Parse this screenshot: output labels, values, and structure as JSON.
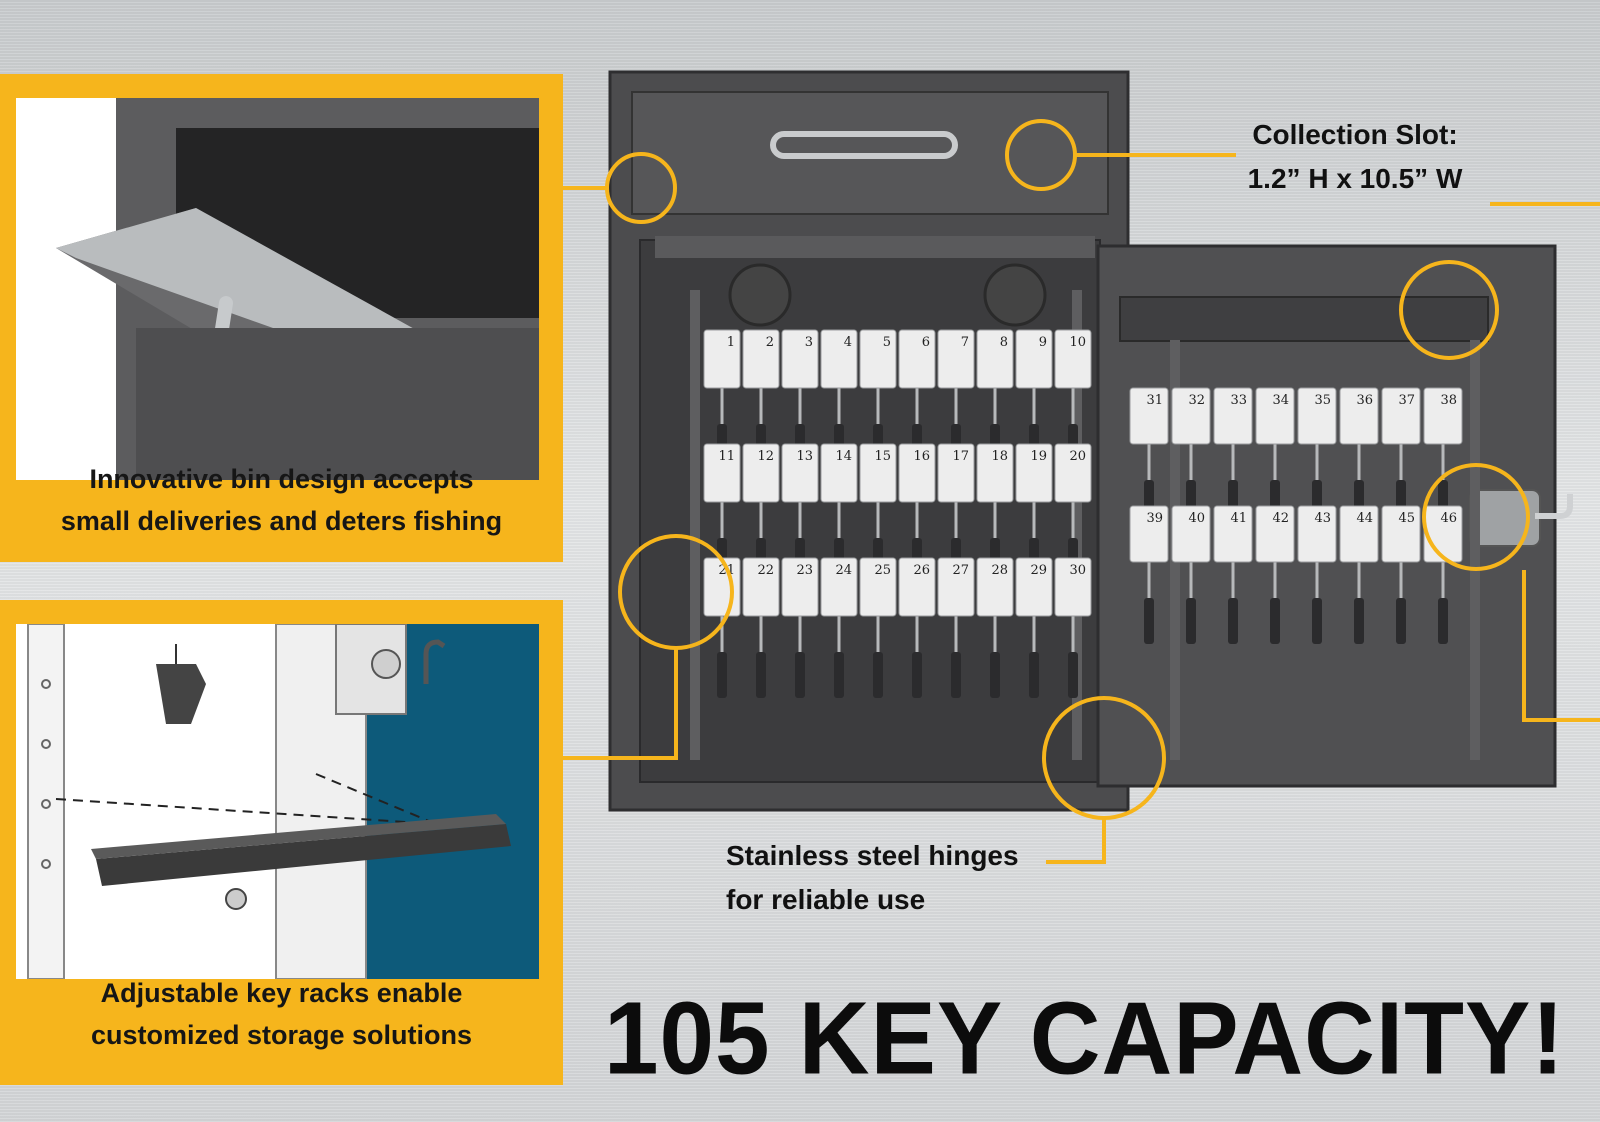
{
  "panels": {
    "bin": {
      "caption_line1": "Innovative bin design accepts",
      "caption_line2": "small deliveries and deters fishing"
    },
    "rack": {
      "caption_line1": "Adjustable key racks enable",
      "caption_line2": "customized storage solutions"
    }
  },
  "callouts": {
    "collection_slot_line1": "Collection Slot:",
    "collection_slot_line2": "1.2” H x 10.5” W",
    "hinges_line1": "Stainless steel hinges",
    "hinges_line2": "for reliable use"
  },
  "headline": "105 KEY CAPACITY!",
  "tags": {
    "body": [
      "1",
      "2",
      "3",
      "4",
      "5",
      "6",
      "7",
      "8",
      "9",
      "10",
      "11",
      "12",
      "13",
      "14",
      "15",
      "16",
      "17",
      "18",
      "19",
      "20",
      "21",
      "22",
      "23",
      "24",
      "25",
      "26",
      "27",
      "28",
      "29",
      "30"
    ],
    "door": [
      "31",
      "32",
      "33",
      "34",
      "35",
      "36",
      "37",
      "38",
      "39",
      "40",
      "41",
      "42",
      "43",
      "44",
      "45",
      "46"
    ]
  },
  "colors": {
    "accent": "#f6b51c",
    "safe": "#4c4c4e",
    "tag": "#ededed",
    "blueprint_bg": "#0d5a7a"
  }
}
